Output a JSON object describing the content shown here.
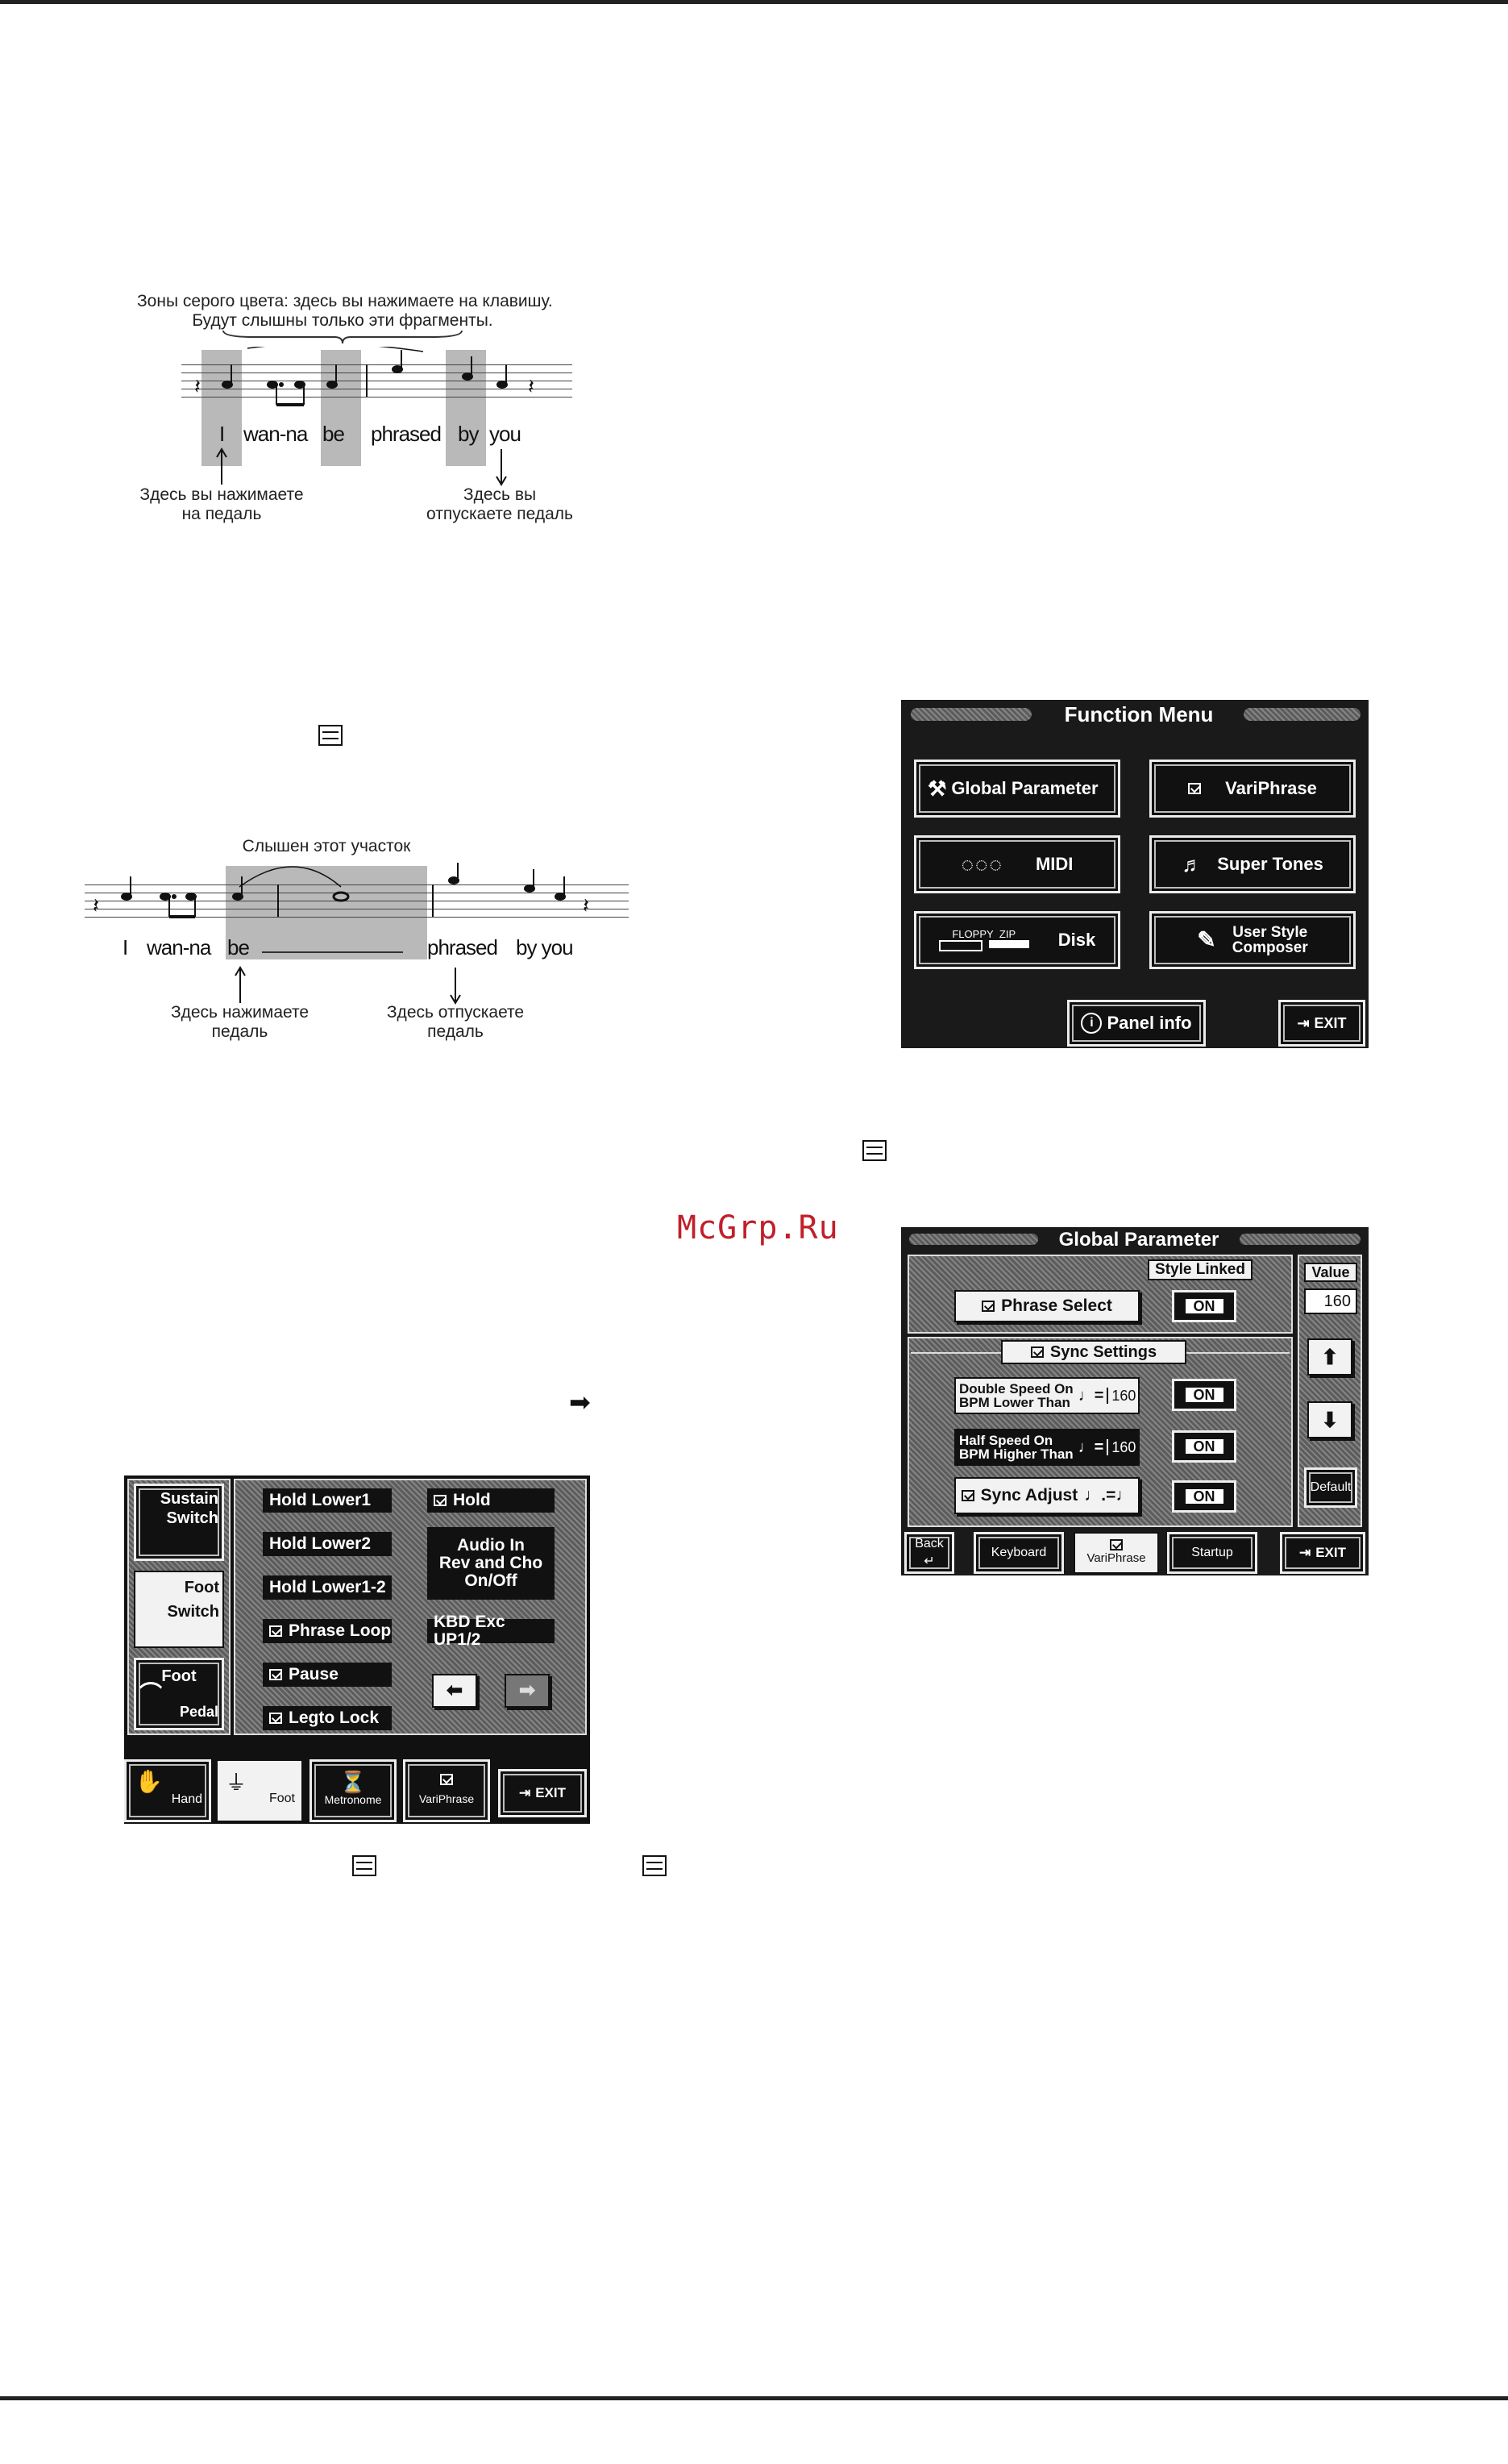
{
  "figure1": {
    "top_caption_line1": "Зоны серого цвета: здесь вы нажимаете на клавишу.",
    "top_caption_line2": "Будут слышны только эти фрагменты.",
    "lyrics": [
      "I",
      "wan-na",
      "be",
      "phrased",
      "by",
      "you"
    ],
    "press_label": "Здесь вы нажимаете\nна педаль",
    "release_label": "Здесь вы\nотпускаете педаль"
  },
  "figure2": {
    "top_caption": "Слышен этот участок",
    "lyrics": [
      "I",
      "wan-na",
      "be",
      "phrased",
      "by you"
    ],
    "press_label": "Здесь нажимаете\nпедаль",
    "release_label": "Здесь отпускаете\nпедаль"
  },
  "watermark": "McGrp.Ru",
  "function_menu": {
    "title": "Function Menu",
    "buttons": {
      "global_parameter": "Global Parameter",
      "variphrase": "VariPhrase",
      "midi": "MIDI",
      "super_tones": "Super Tones",
      "floppy": "FLOPPY",
      "zip": "ZIP",
      "disk": "Disk",
      "user_style_composer": "User Style\nComposer",
      "panel_info": "Panel info",
      "exit": "EXIT"
    }
  },
  "global_parameter": {
    "title": "Global Parameter",
    "style_linked": "Style Linked",
    "phrase_select": "Phrase Select",
    "sync_settings": "Sync Settings",
    "double_speed": "Double Speed On\nBPM Lower Than",
    "half_speed": "Half Speed On\nBPM Higher Than",
    "double_value": "160",
    "half_value": "160",
    "sync_adjust": "Sync Adjust",
    "on": "ON",
    "value_label": "Value",
    "value": "160",
    "default": "Default",
    "tabs": {
      "back": "Back",
      "keyboard": "Keyboard",
      "variphrase": "VariPhrase",
      "startup": "Startup",
      "exit": "EXIT"
    }
  },
  "foot_screen": {
    "left": {
      "sustain": "Sustain\nSwitch",
      "foot_switch": "Foot\nSwitch",
      "foot_pedal_top": "Foot",
      "foot_pedal_bottom": "Pedal"
    },
    "items": {
      "hold_lower1": "Hold Lower1",
      "hold": "Hold",
      "hold_lower2": "Hold Lower2",
      "audio_in": "Audio In\nRev and Cho\nOn/Off",
      "hold_lower12": "Hold Lower1-2",
      "phrase_loop": "Phrase Loop",
      "kbd_exc": "KBD Exc UP1/2",
      "pause": "Pause",
      "legato_lock": "Legto Lock"
    },
    "tabs": {
      "hand": "Hand",
      "foot": "Foot",
      "metronome": "Metronome",
      "variphrase": "VariPhrase",
      "exit": "EXIT"
    }
  }
}
